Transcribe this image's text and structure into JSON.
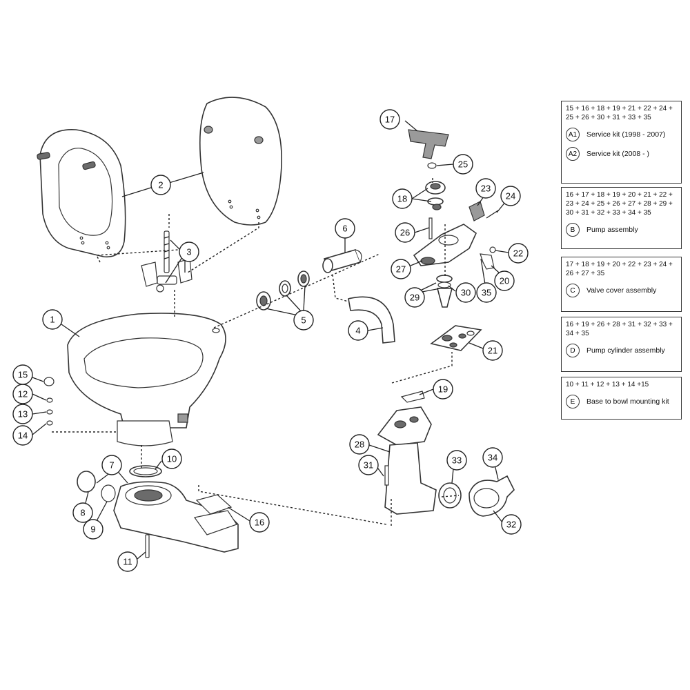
{
  "callouts": [
    "1",
    "2",
    "3",
    "4",
    "5",
    "6",
    "7",
    "8",
    "9",
    "10",
    "11",
    "12",
    "13",
    "14",
    "15",
    "16",
    "17",
    "18",
    "19",
    "20",
    "21",
    "22",
    "23",
    "24",
    "25",
    "26",
    "27",
    "28",
    "29",
    "30",
    "31",
    "32",
    "33",
    "34",
    "35"
  ],
  "legend": [
    {
      "parts": "15 + 16 + 18 + 19 + 21 + 22 + 24 + 25 + 26 + 30 + 31 + 33 + 35",
      "rows": [
        {
          "code": "A1",
          "label": "Service kit (1998 - 2007)"
        },
        {
          "code": "A2",
          "label": "Service kit (2008 - )"
        }
      ]
    },
    {
      "parts": "16 + 17 + 18 + 19 + 20 + 21 + 22 + 23 + 24 + 25 + 26 + 27 + 28 + 29 + 30 + 31 + 32 + 33 + 34 + 35",
      "rows": [
        {
          "code": "B",
          "label": "Pump assembly"
        }
      ]
    },
    {
      "parts": "17 + 18 + 19 + 20 + 22 + 23 + 24 + 26 + 27 + 35",
      "rows": [
        {
          "code": "C",
          "label": "Valve cover assembly"
        }
      ]
    },
    {
      "parts": "16 + 19 + 26 + 28 + 31 + 32 + 33 + 34 + 35",
      "rows": [
        {
          "code": "D",
          "label": "Pump cylinder assembly"
        }
      ]
    },
    {
      "parts": "10 + 11 + 12 + 13 + 14 +15",
      "rows": [
        {
          "code": "E",
          "label": "Base to bowl mounting kit"
        }
      ]
    }
  ]
}
